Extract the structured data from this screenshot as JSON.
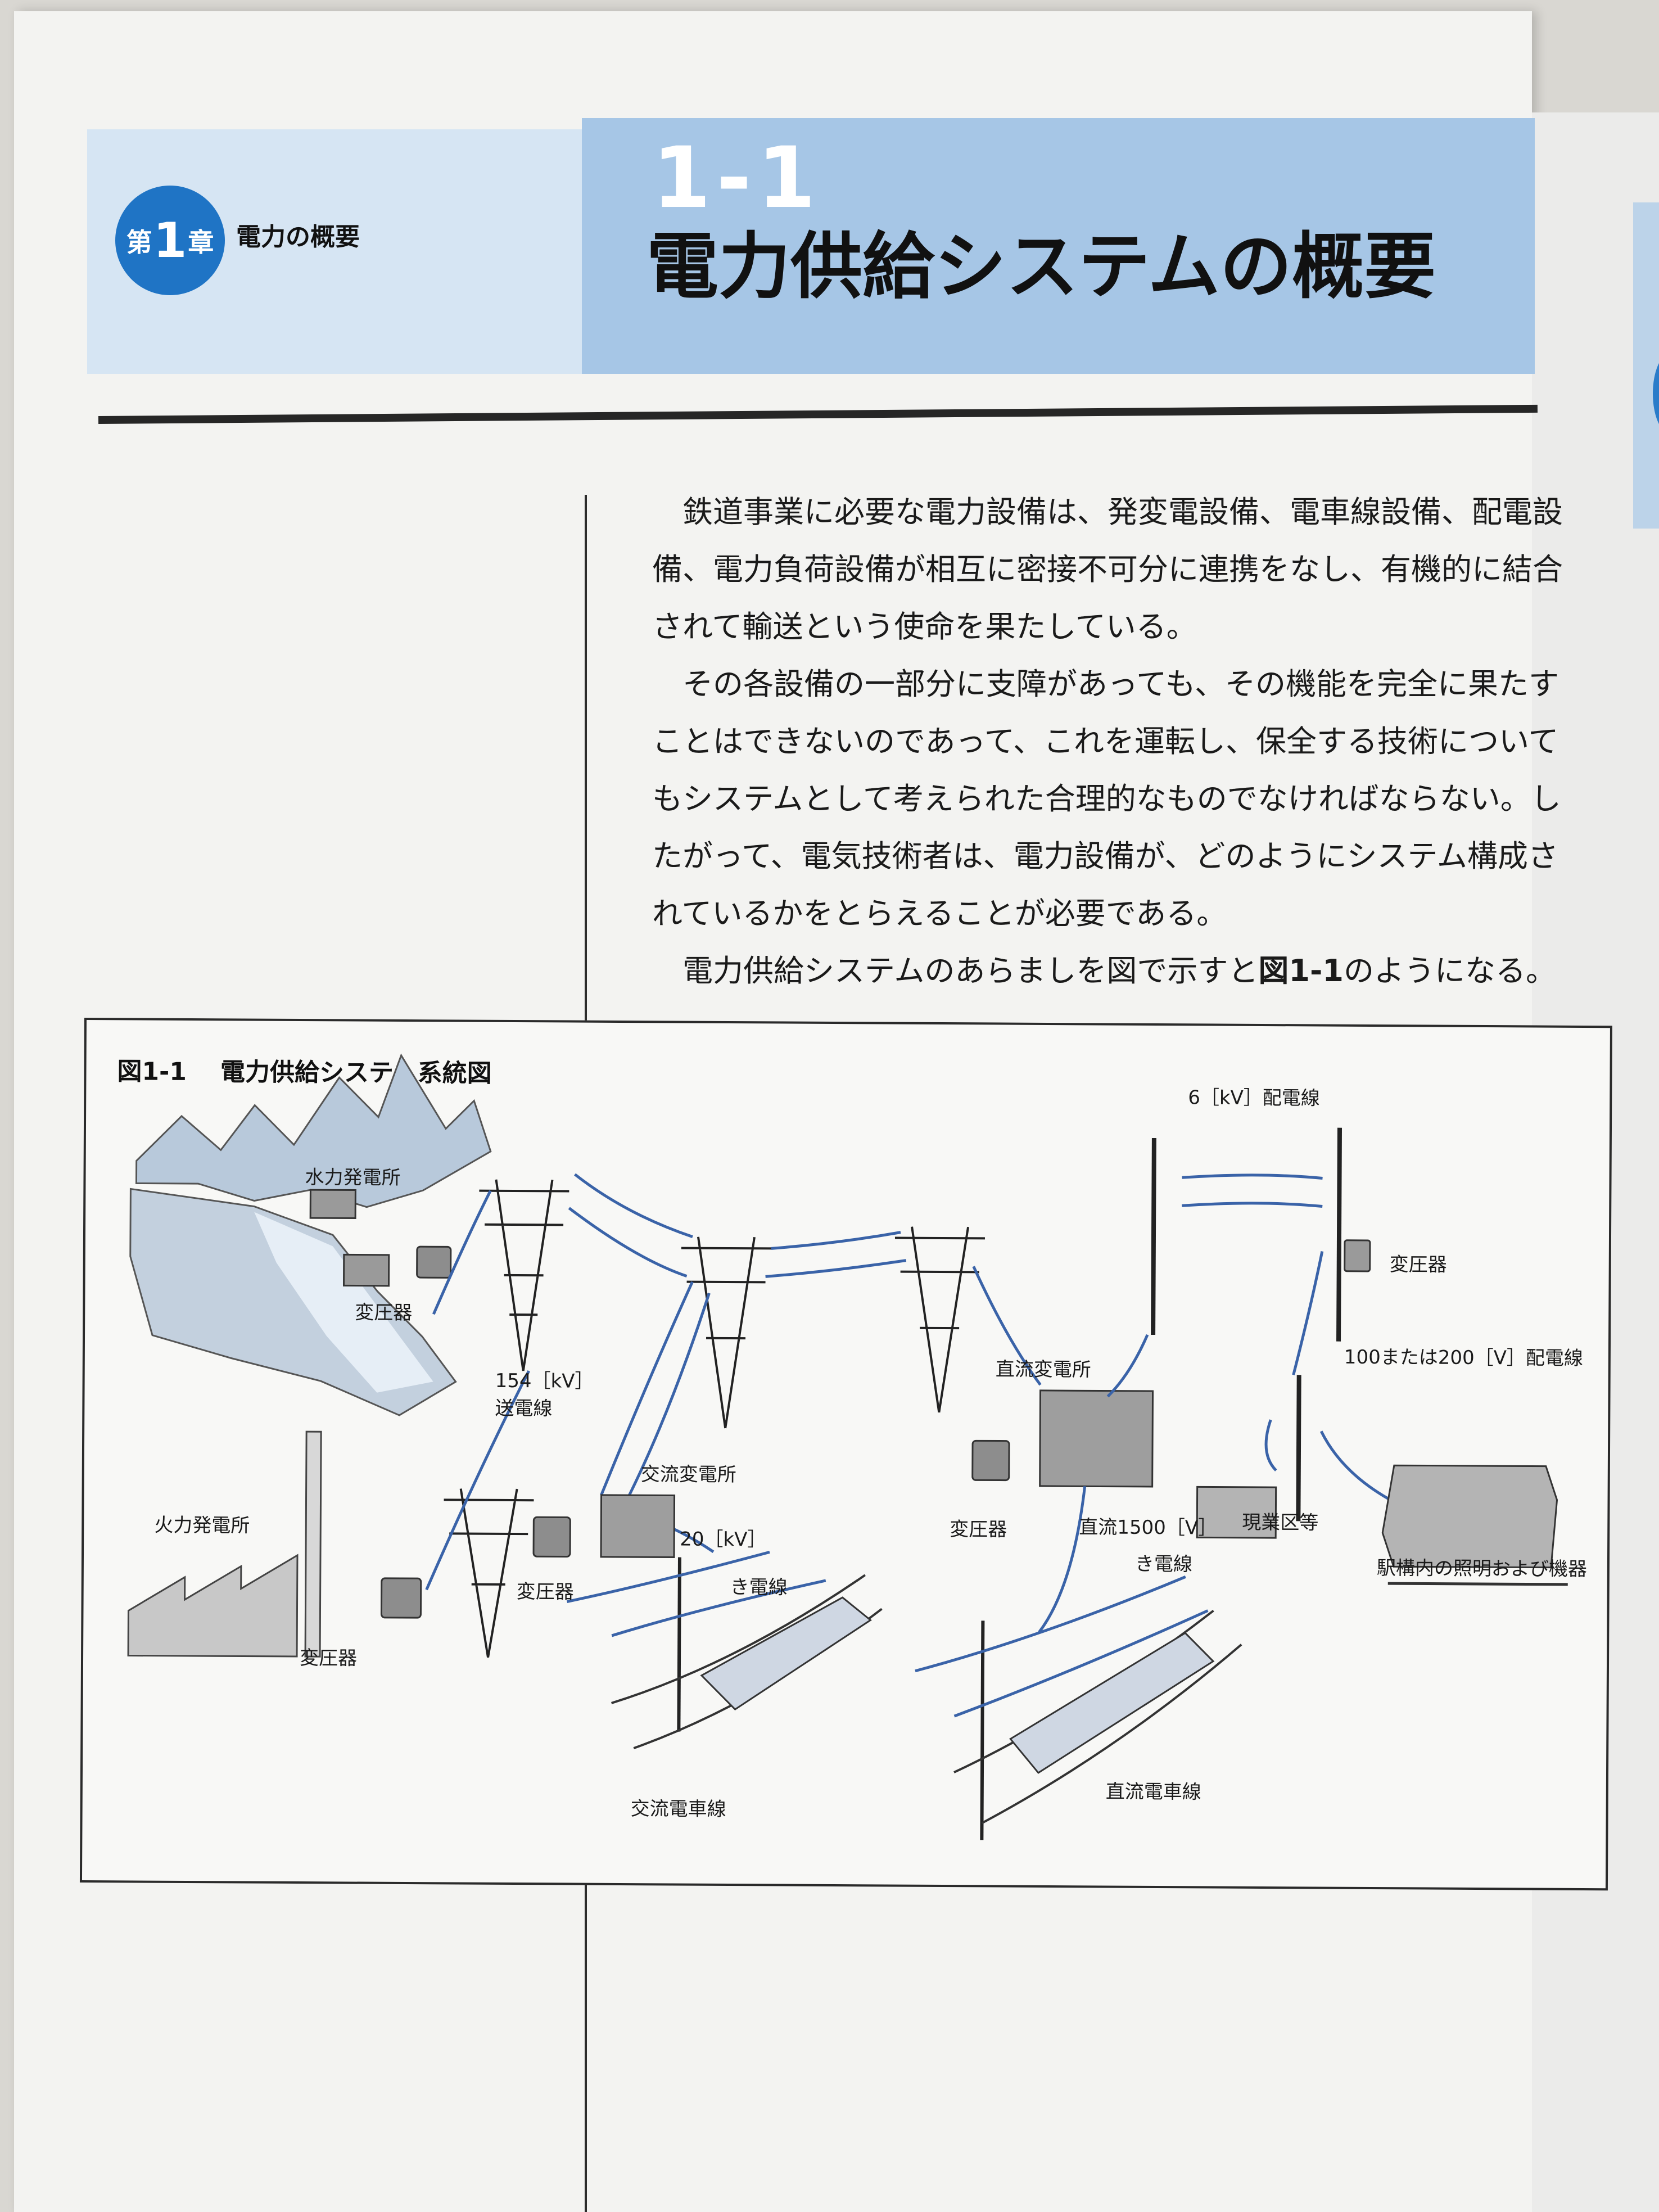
{
  "chapter": {
    "prefix": "第",
    "number": "1",
    "suffix": "章",
    "title": "電力の概要"
  },
  "section": {
    "number": "1-1",
    "title": "電力供給システムの概要"
  },
  "body": {
    "paragraphs": [
      "鉄道事業に必要な電力設備は、発変電設備、電車線設備、配電設備、電力負荷設備が相互に密接不可分に連携をなし、有機的に結合されて輸送という使命を果たしている。",
      "その各設備の一部分に支障があっても、その機能を完全に果たすことはできないのであって、これを運転し、保全する技術についてもシステムとして考えられた合理的なものでなければならない。したがって、電気技術者は、電力設備が、どのようにシステム構成されているかをとらえることが必要である。"
    ],
    "last_paragraph": {
      "before": "電力供給システムのあらましを図で示すと",
      "ref": "図1-1",
      "after": "のようになる。"
    }
  },
  "figure": {
    "number": "図1-1",
    "title": "電力供給システム系統図",
    "labels": {
      "hydro_plant": "水力発電所",
      "transformer_hydro": "変圧器",
      "transmission_line": "154［kV］\n送電線",
      "thermal_plant": "火力発電所",
      "transformer_thermal": "変圧器",
      "ac_substation": "交流変電所",
      "ac_voltage": "20［kV］",
      "transformer_ac": "変圧器",
      "catenary_ac": "き電線",
      "ac_trolley": "交流電車線",
      "distribution_6kv": "6［kV］配電線",
      "transformer_dist": "変圧器",
      "dc_substation": "直流変電所",
      "low_voltage_line": "100または200［V］配電線",
      "transformer_dc": "変圧器",
      "dc_voltage": "直流1500［V］",
      "catenary_dc": "き電線",
      "field_office": "現業区等",
      "station_lighting": "駅構内の照明および機器",
      "dc_trolley": "直流電車線"
    }
  },
  "colors": {
    "accent_blue": "#1f74c5",
    "header_light": "#d6e5f3",
    "header_mid": "#a6c6e6",
    "wire_blue": "#3a63a8"
  }
}
